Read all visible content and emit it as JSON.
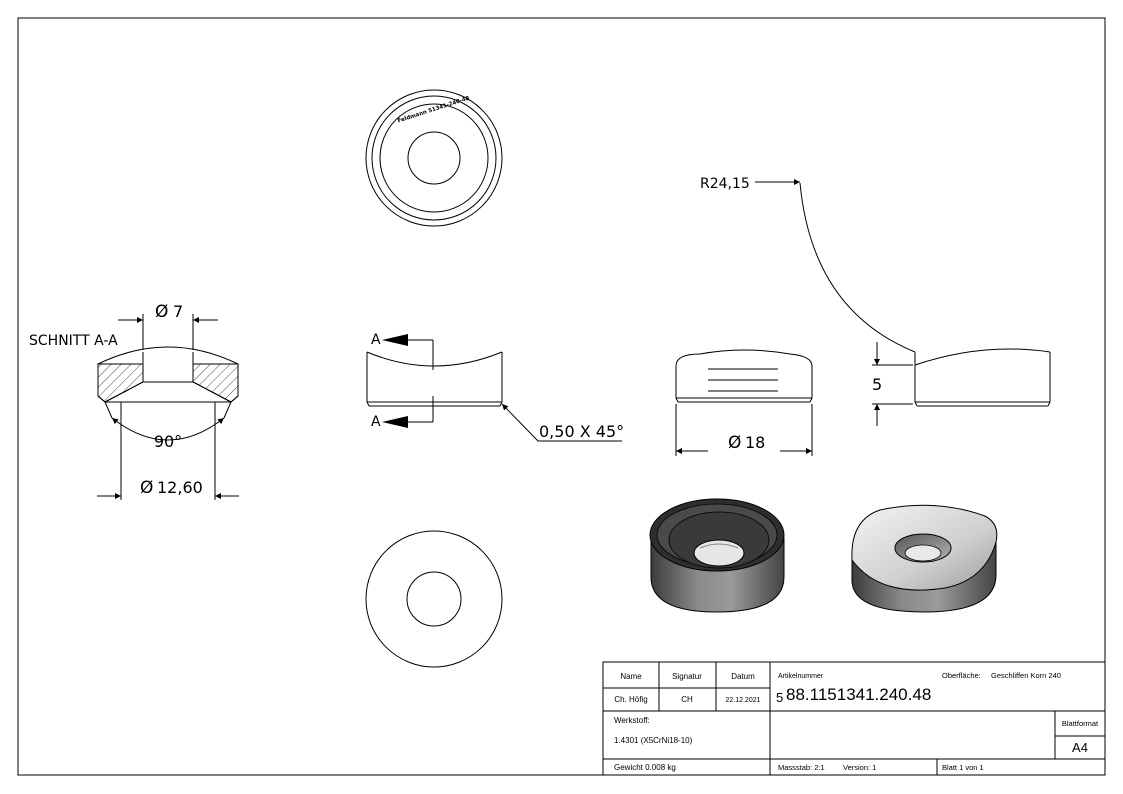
{
  "views": {
    "section_title": "SCHNITT A-A",
    "dim_bore": "7",
    "dim_angle": "90°",
    "dim_countersink": "12,60",
    "dim_outer": "18",
    "dim_radius": "R24,15",
    "dim_height": "5",
    "dim_chamfer": "0,50 X 45°",
    "section_marker": "A",
    "diameter_symbol": "Ø",
    "engraving": "Feldmann 51341-240-48"
  },
  "title_block": {
    "col_name": "Name",
    "col_signature": "Signatur",
    "col_date": "Datum",
    "name": "Ch. Höfig",
    "signature": "CH",
    "date": "22.12.2021",
    "material_label": "Werkstoff:",
    "material": "1.4301 (X5CrNi18-10)",
    "weight": "Gewicht 0.008 kg",
    "article_label": "Artikelnummer",
    "article_prefix": "5",
    "article_number": "88.1151341.240.48",
    "surface_label": "Oberfläche:",
    "surface": "Geschliffen Korn 240",
    "format_label": "Blattformat",
    "format": "A4",
    "scale": "Massstab: 2:1",
    "version": "Version: 1",
    "sheet": "Blatt 1 von 1"
  }
}
